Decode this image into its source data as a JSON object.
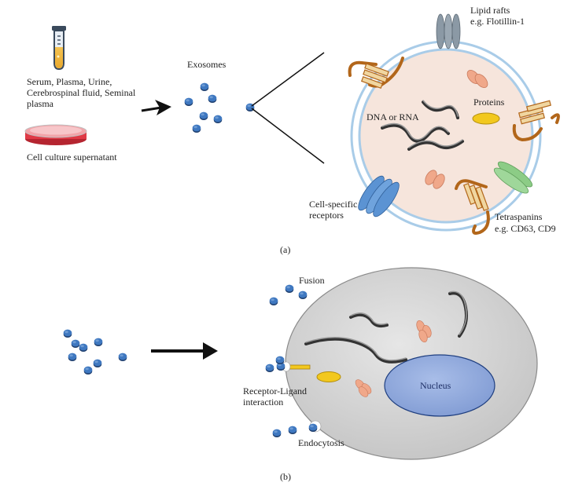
{
  "panel_a": {
    "source_text": "Serum, Plasma, Urine, Cerebrospinal fluid, Seminal plasma",
    "culture_text": "Cell culture supernatant",
    "exosomes_label": "Exosomes",
    "lipid_rafts_label": "Lipid rafts",
    "lipid_rafts_example": "e.g. Flotillin-1",
    "proteins_label": "Proteins",
    "dna_rna_label": "DNA or RNA",
    "receptors_label_line1": "Cell-specific",
    "receptors_label_line2": "receptors",
    "tetraspanins_label": "Tetraspanins",
    "tetraspanins_example": "e.g. CD63, CD9",
    "caption": "(a)"
  },
  "panel_b": {
    "fusion_label": "Fusion",
    "receptor_ligand_line1": "Receptor-Ligand",
    "receptor_ligand_line2": "interaction",
    "endocytosis_label": "Endocytosis",
    "nucleus_label": "Nucleus",
    "caption": "(b)"
  },
  "colors": {
    "exosome_blue": "#3f78c0",
    "membrane_blue": "#a9cce8",
    "vesicle_fill": "#f6e5dc",
    "cell_gray": "#cfcfcf",
    "nucleus_blue": "#8fa9dd",
    "protein_salmon": "#f0a88a",
    "tetraspanin_brown": "#b2661a",
    "raft_gray": "#8b99a5",
    "protein_yellow": "#f2c81e",
    "receptor_blue": "#5b93d3",
    "green_protein": "#8ccc86",
    "dish_red": "#e03a46"
  },
  "icons": [
    "test-tube-icon",
    "petri-dish-icon",
    "arrow-right-icon"
  ]
}
